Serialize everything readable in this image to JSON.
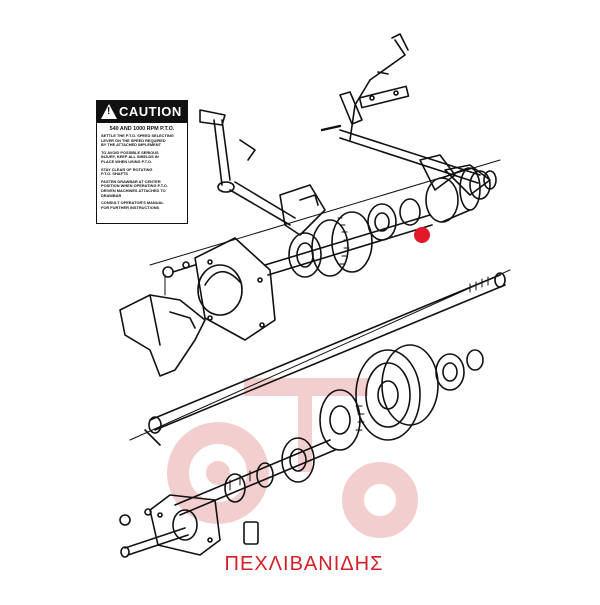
{
  "caution_label": {
    "title": "CAUTION",
    "subtitle": "540 AND 1000 RPM P.T.O.",
    "lines": [
      "SETTLE THE P.T.O. SPEED SELECTING",
      "LEVER ON THE SPEED REQUIRED",
      "BY THE ATTACHED IMPLEMENT",
      "",
      "TO AVOID POSSIBLE SERIOUS",
      "INJURY, KEEP ALL SHIELDS IN",
      "PLACE WHEN USING P.T.O.",
      "",
      "STAY CLEAR OF ROTATING",
      "P.T.O. SHAFTS",
      "",
      "FASTEN DRAWBAR AT CENTER",
      "POSITION WHEN OPERATING P.T.O.",
      "DRIVEN MACHINES ATTACHED TO",
      "DRAWBAR",
      "",
      "CONSULT OPERATOR'S MANUAL",
      "FOR FURTHER INSTRUCTIONS"
    ]
  },
  "watermark": {
    "brand_text": "ΠΕΧΛΙΒΑΝΙΔΗΣ",
    "brand_color": "#d41f26",
    "logo_color": "#f2c9c9"
  },
  "marker_color": "#e3182a",
  "line_color": "#111111"
}
